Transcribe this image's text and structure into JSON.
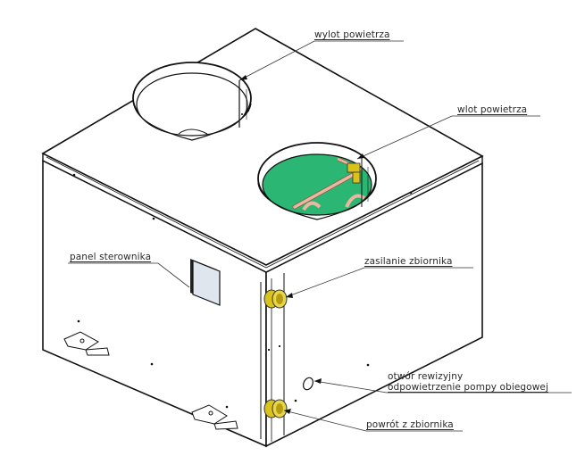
{
  "diagram": {
    "subject": "heat pump unit isometric view",
    "colors": {
      "outline": "#111111",
      "body_fill": "#ffffff",
      "inlet_interior": "#2bb673",
      "pipe": "#e8b8a0",
      "fitting": "#d9c21a",
      "panel_fill": "#dfe6ee",
      "leader": "#333333"
    }
  },
  "labels": {
    "air_outlet": "wylot powietrza",
    "air_inlet": "wlot powietrza",
    "controller_panel": "panel sterownika",
    "tank_supply": "zasilanie zbiornika",
    "inspection_hole_line1": "otwór rewizyjny",
    "inspection_hole_line2": "odpowietrzenie pompy obiegowej",
    "tank_return": "powrót z zbiornika"
  }
}
